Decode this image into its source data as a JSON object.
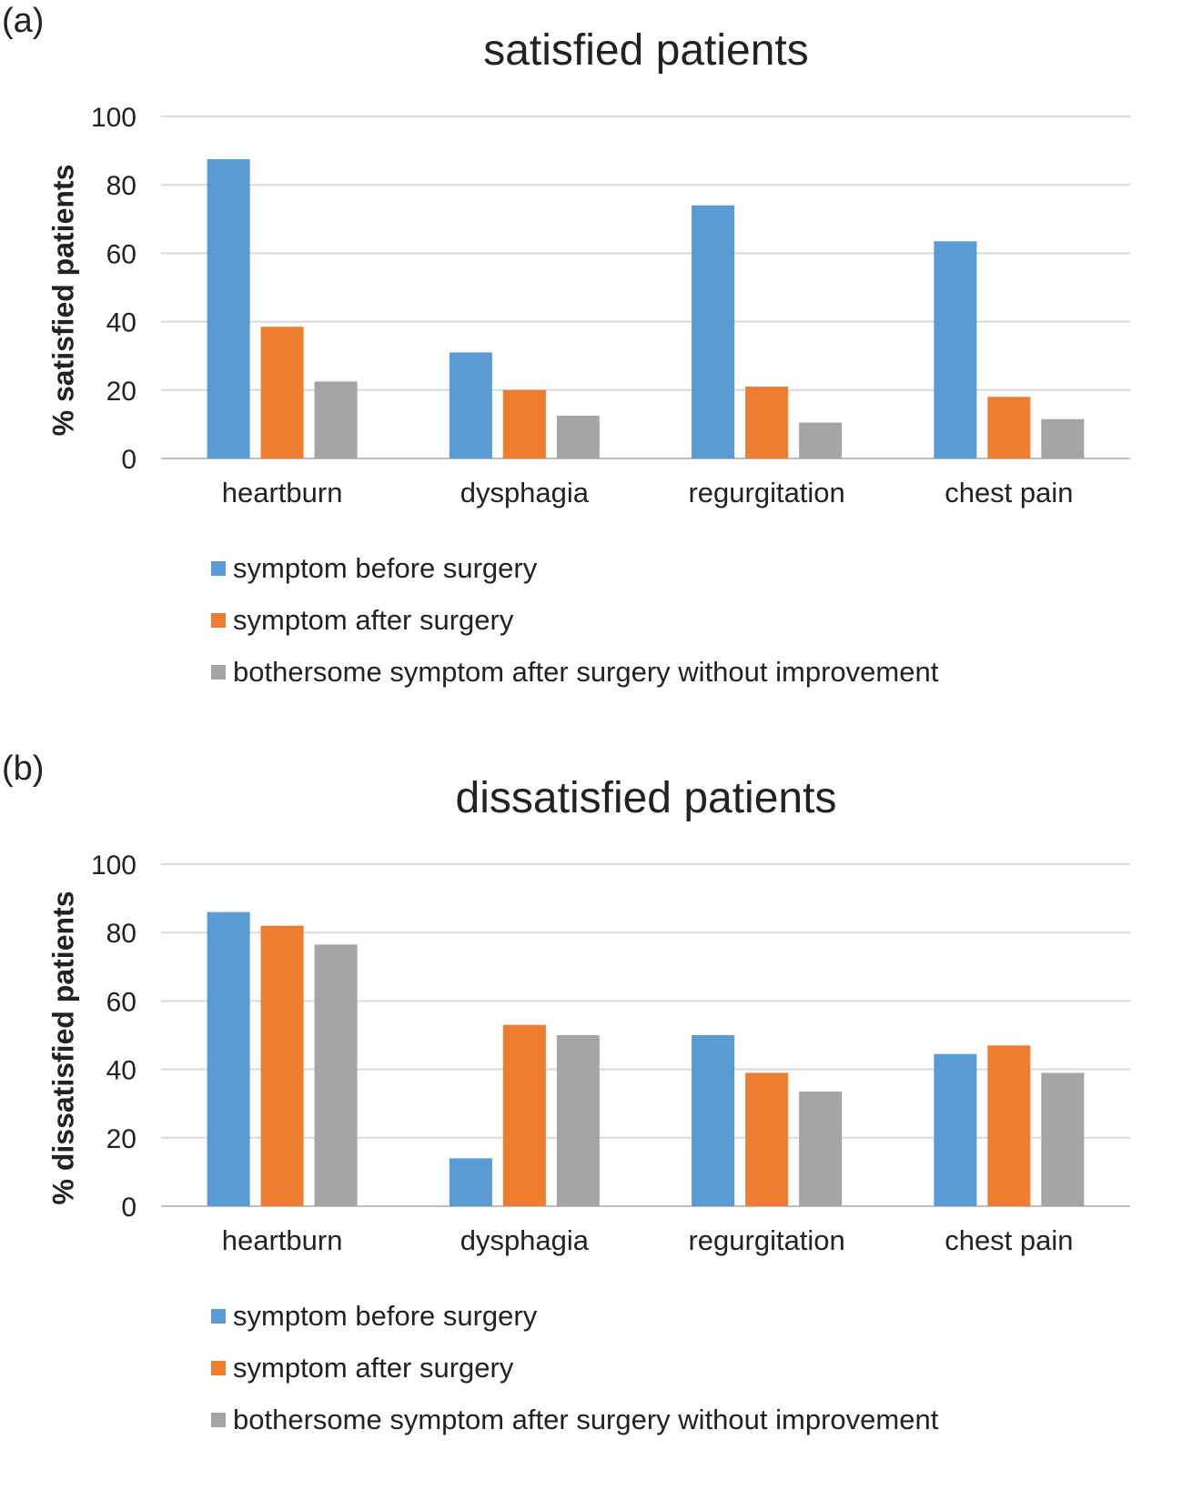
{
  "colors": {
    "before": "#5b9bd5",
    "after": "#ed7d31",
    "bothersome": "#a5a5a5",
    "grid": "#d9d9d9"
  },
  "legend": [
    "symptom before surgery",
    "symptom after surgery",
    "bothersome symptom after surgery without improvement"
  ],
  "chart_data": [
    {
      "type": "bar",
      "panel_label": "(a)",
      "title": "satisfied patients",
      "ylabel": "% satisfied patients",
      "xlabel": "",
      "categories": [
        "heartburn",
        "dysphagia",
        "regurgitation",
        "chest pain"
      ],
      "ylim": [
        0,
        100
      ],
      "yticks": [
        0,
        20,
        40,
        60,
        80,
        100
      ],
      "grid": true,
      "legend_position": "bottom-left",
      "series": [
        {
          "name": "symptom before surgery",
          "values": [
            87.5,
            31,
            74,
            63.5
          ]
        },
        {
          "name": "symptom after surgery",
          "values": [
            38.5,
            20,
            21,
            18
          ]
        },
        {
          "name": "bothersome symptom after surgery without improvement",
          "values": [
            22.5,
            12.5,
            10.5,
            11.5
          ]
        }
      ]
    },
    {
      "type": "bar",
      "panel_label": "(b)",
      "title": "dissatisfied patients",
      "ylabel": "% dissatisfied patients",
      "xlabel": "",
      "categories": [
        "heartburn",
        "dysphagia",
        "regurgitation",
        "chest pain"
      ],
      "ylim": [
        0,
        100
      ],
      "yticks": [
        0,
        20,
        40,
        60,
        80,
        100
      ],
      "grid": true,
      "legend_position": "bottom-left",
      "series": [
        {
          "name": "symptom before surgery",
          "values": [
            86,
            14,
            50,
            44.5
          ]
        },
        {
          "name": "symptom after surgery",
          "values": [
            82,
            53,
            39,
            47
          ]
        },
        {
          "name": "bothersome symptom after surgery without improvement",
          "values": [
            76.5,
            50,
            33.5,
            39
          ]
        }
      ]
    }
  ]
}
